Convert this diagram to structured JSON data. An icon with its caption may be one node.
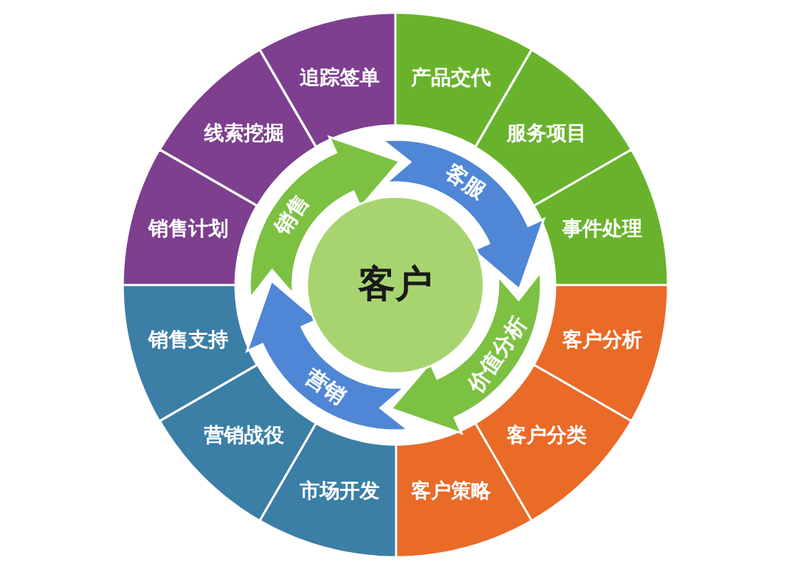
{
  "diagram": {
    "nodes": [
      {
        "text": [
          "客户"
        ]
      },
      {
        "text": [
          "销售"
        ]
      },
      {
        "text": [
          "客服"
        ]
      },
      {
        "text": [
          "价值分析"
        ]
      },
      {
        "text": [
          "营销"
        ]
      },
      {
        "text": [
          "追踪签单"
        ]
      },
      {
        "text": [
          "线索挖掘"
        ]
      },
      {
        "text": [
          "销售计划"
        ]
      },
      {
        "text": [
          "产品交代"
        ]
      },
      {
        "text": [
          "服务项目"
        ]
      },
      {
        "text": [
          "事件处理"
        ]
      },
      {
        "text": [
          "客户分析"
        ]
      },
      {
        "text": [
          "客户分类"
        ]
      },
      {
        "text": [
          "客户策略"
        ]
      },
      {
        "text": [
          "市场开发"
        ]
      },
      {
        "text": [
          "营销战役"
        ]
      },
      {
        "text": [
          "销售支持"
        ]
      }
    ]
  }
}
